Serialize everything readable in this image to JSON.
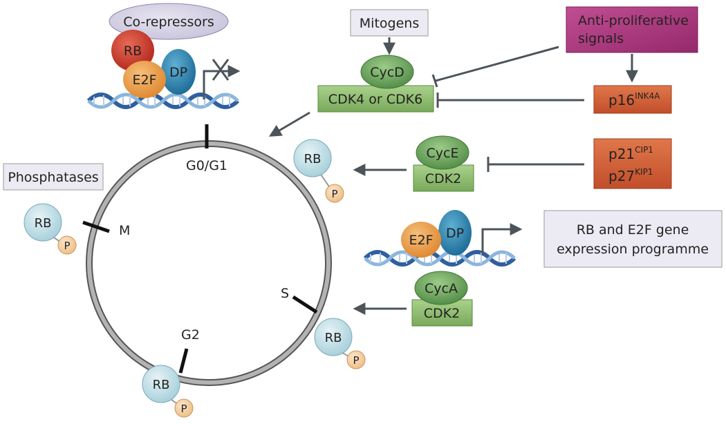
{
  "cycle": {
    "phases": {
      "g0g1": "G0/G1",
      "s": "S",
      "g2": "G2",
      "m": "M"
    }
  },
  "top_complex": {
    "corepressors": "Co-repressors",
    "rb": "RB",
    "e2f": "E2F",
    "dp": "DP"
  },
  "phosphatases": "Phosphatases",
  "rb_phospho": {
    "rb": "RB",
    "p": "P"
  },
  "mitogens": "Mitogens",
  "antiproliferative": {
    "line1": "Anti-proliferative",
    "line2": "signals"
  },
  "cycd": "CycD",
  "cdk46": "CDK4 or CDK6",
  "p16": {
    "base": "p16",
    "sup": "INK4A"
  },
  "cyce": "CycE",
  "cdk2_e": "CDK2",
  "p21": {
    "base": "p21",
    "sup": "CIP1"
  },
  "p27": {
    "base": "p27",
    "sup": "KIP1"
  },
  "e2f_dp_active": {
    "e2f": "E2F",
    "dp": "DP"
  },
  "gene_programme": {
    "line1": "RB and E2F gene",
    "line2": "expression programme"
  },
  "cyca": "CycA",
  "cdk2_a": "CDK2",
  "colors": {
    "cycle_ring": "#a9a9a9",
    "rb_red": "#c83a2c",
    "e2f_orange": "#e8953f",
    "dp_blue": "#2e7fa8",
    "cyclin_green": "#5f9a52",
    "cdk_green": "#8cbb6a",
    "inhibitor_red": "#d5633b",
    "anti_magenta": "#a8367e",
    "label_box": "#ecebf3",
    "rb_light": "#bcdde6",
    "p_peach": "#f4cfa3",
    "arrow_grey": "#4d5459"
  }
}
